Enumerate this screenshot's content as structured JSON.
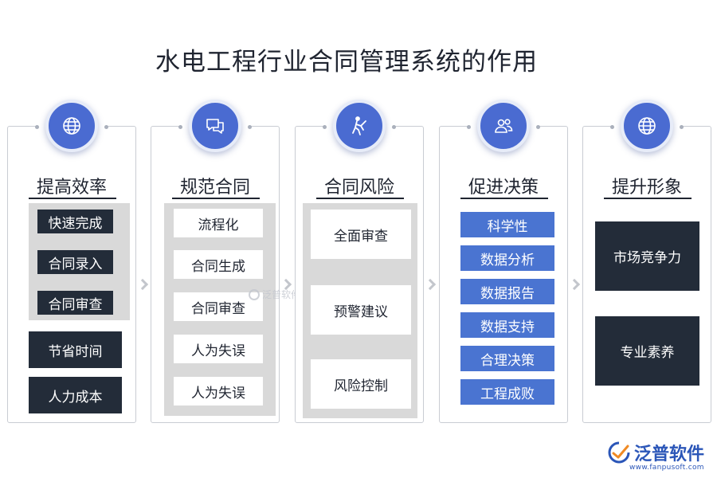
{
  "title": "水电工程行业合同管理系统的作用",
  "columns": [
    {
      "heading": "提高效率",
      "icon": "globe-icon",
      "items": [
        "快速完成",
        "合同录入",
        "合同审查",
        "节省时间",
        "人力成本"
      ]
    },
    {
      "heading": "规范合同",
      "icon": "chat-bubbles-icon",
      "items": [
        "流程化",
        "合同生成",
        "合同审查",
        "人为失误",
        "人为失误"
      ]
    },
    {
      "heading": "合同风险",
      "icon": "person-pushing-icon",
      "items": [
        "全面审查",
        "预警建议",
        "风险控制"
      ]
    },
    {
      "heading": "促进决策",
      "icon": "users-icon",
      "items": [
        "科学性",
        "数据分析",
        "数据报告",
        "数据支持",
        "合理决策",
        "工程成败"
      ]
    },
    {
      "heading": "提升形象",
      "icon": "globe-icon",
      "items": [
        "市场竞争力",
        "专业素养"
      ]
    }
  ],
  "watermark": "泛普软件",
  "brand": {
    "name": "泛普软件",
    "url": "www.fanpusoft.com"
  },
  "colors": {
    "accent_blue": "#4a6bd1",
    "item_blue": "#4a74d1",
    "dark_navy": "#232c39",
    "panel_gray": "#d9d9d9",
    "brand_blue": "#2b56b8"
  }
}
